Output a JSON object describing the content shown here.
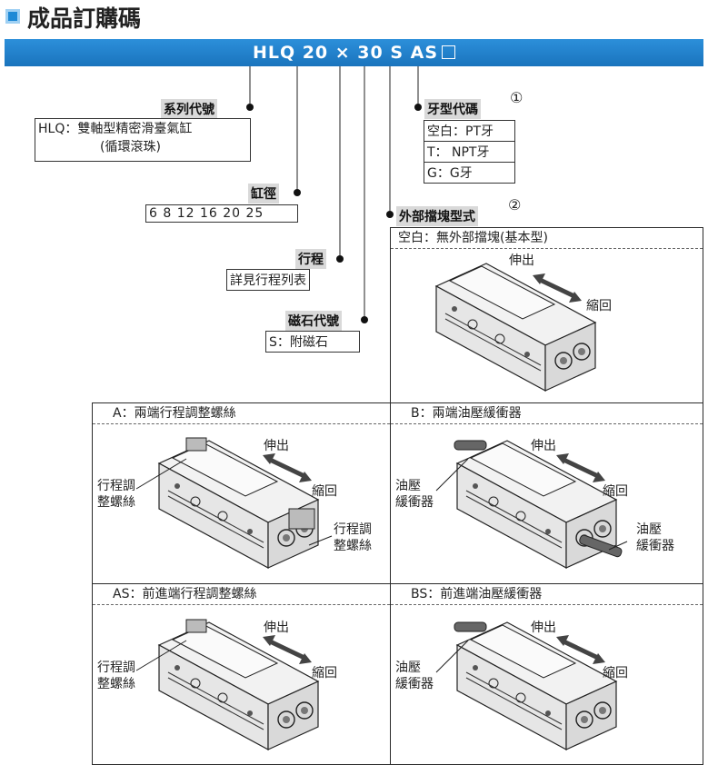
{
  "header": {
    "title": "成品訂購碼",
    "title_icon": "blue-square-icon"
  },
  "order_code": {
    "text": "HLQ  20 × 30 S AS"
  },
  "labels": {
    "series": "系列代號",
    "series_desc_1": "HLQ：雙軸型精密滑臺氣缸",
    "series_desc_2": "(循環滾珠)",
    "bore": "缸徑",
    "bore_values": "6  8  12  16  20  25",
    "stroke": "行程",
    "stroke_desc": "詳見行程列表",
    "magnet": "磁石代號",
    "magnet_desc": "S：附磁石",
    "thread": "牙型代碼",
    "thread_note": "①",
    "thread_opt_1": "空白：PT牙",
    "thread_opt_2": "T：  NPT牙",
    "thread_opt_3": "G：G牙",
    "stopper": "外部擋塊型式",
    "stopper_note": "②"
  },
  "panels": {
    "basic": {
      "heading": "空白：無外部擋塊(基本型)",
      "extend": "伸出",
      "retract": "縮回"
    },
    "A": {
      "heading": "A：兩端行程調整螺絲",
      "extend": "伸出",
      "retract": "縮回",
      "left_1": "行程調",
      "left_2": "整螺絲",
      "right_1": "行程調",
      "right_2": "整螺絲"
    },
    "B": {
      "heading": "B：兩端油壓緩衝器",
      "extend": "伸出",
      "retract": "縮回",
      "left_1": "油壓",
      "left_2": "緩衝器",
      "right_1": "油壓",
      "right_2": "緩衝器"
    },
    "AS": {
      "heading": "AS：前進端行程調整螺絲",
      "extend": "伸出",
      "retract": "縮回",
      "left_1": "行程調",
      "left_2": "整螺絲"
    },
    "BS": {
      "heading": "BS：前進端油壓緩衝器",
      "extend": "伸出",
      "retract": "縮回",
      "left_1": "油壓",
      "left_2": "緩衝器"
    }
  }
}
